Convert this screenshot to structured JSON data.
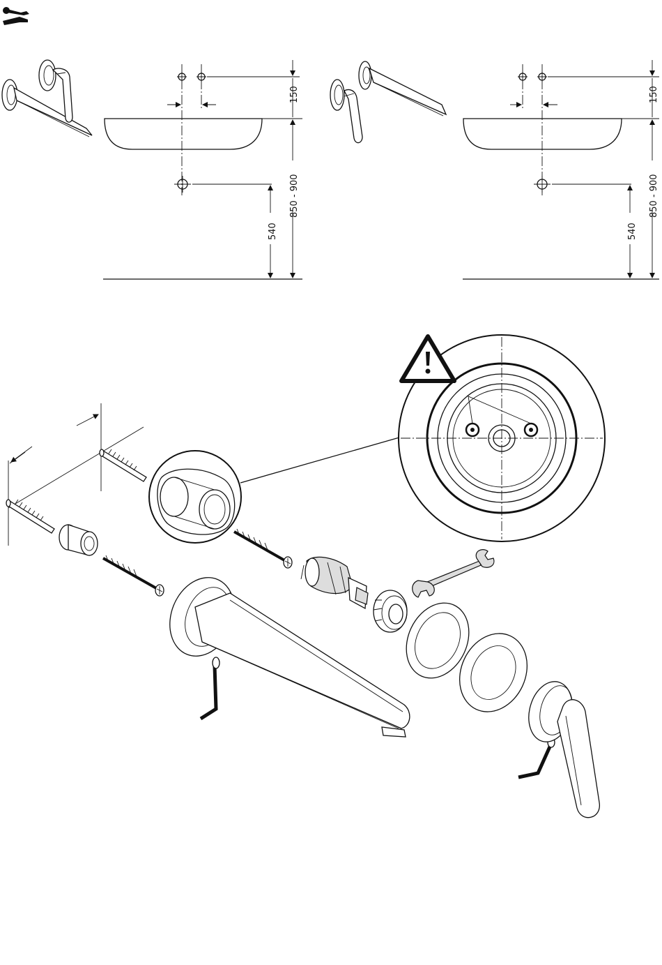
{
  "dimensions": {
    "left_panel": {
      "hole_spacing": "150",
      "basin_height": "850 - 900",
      "spout_height": "540"
    },
    "right_panel": {
      "hole_spacing": "150",
      "basin_height": "850 - 900",
      "spout_height": "540"
    }
  },
  "icons": [
    "tools-icon",
    "warning-icon",
    "open-end-wrench-icon",
    "allen-key-icon"
  ]
}
